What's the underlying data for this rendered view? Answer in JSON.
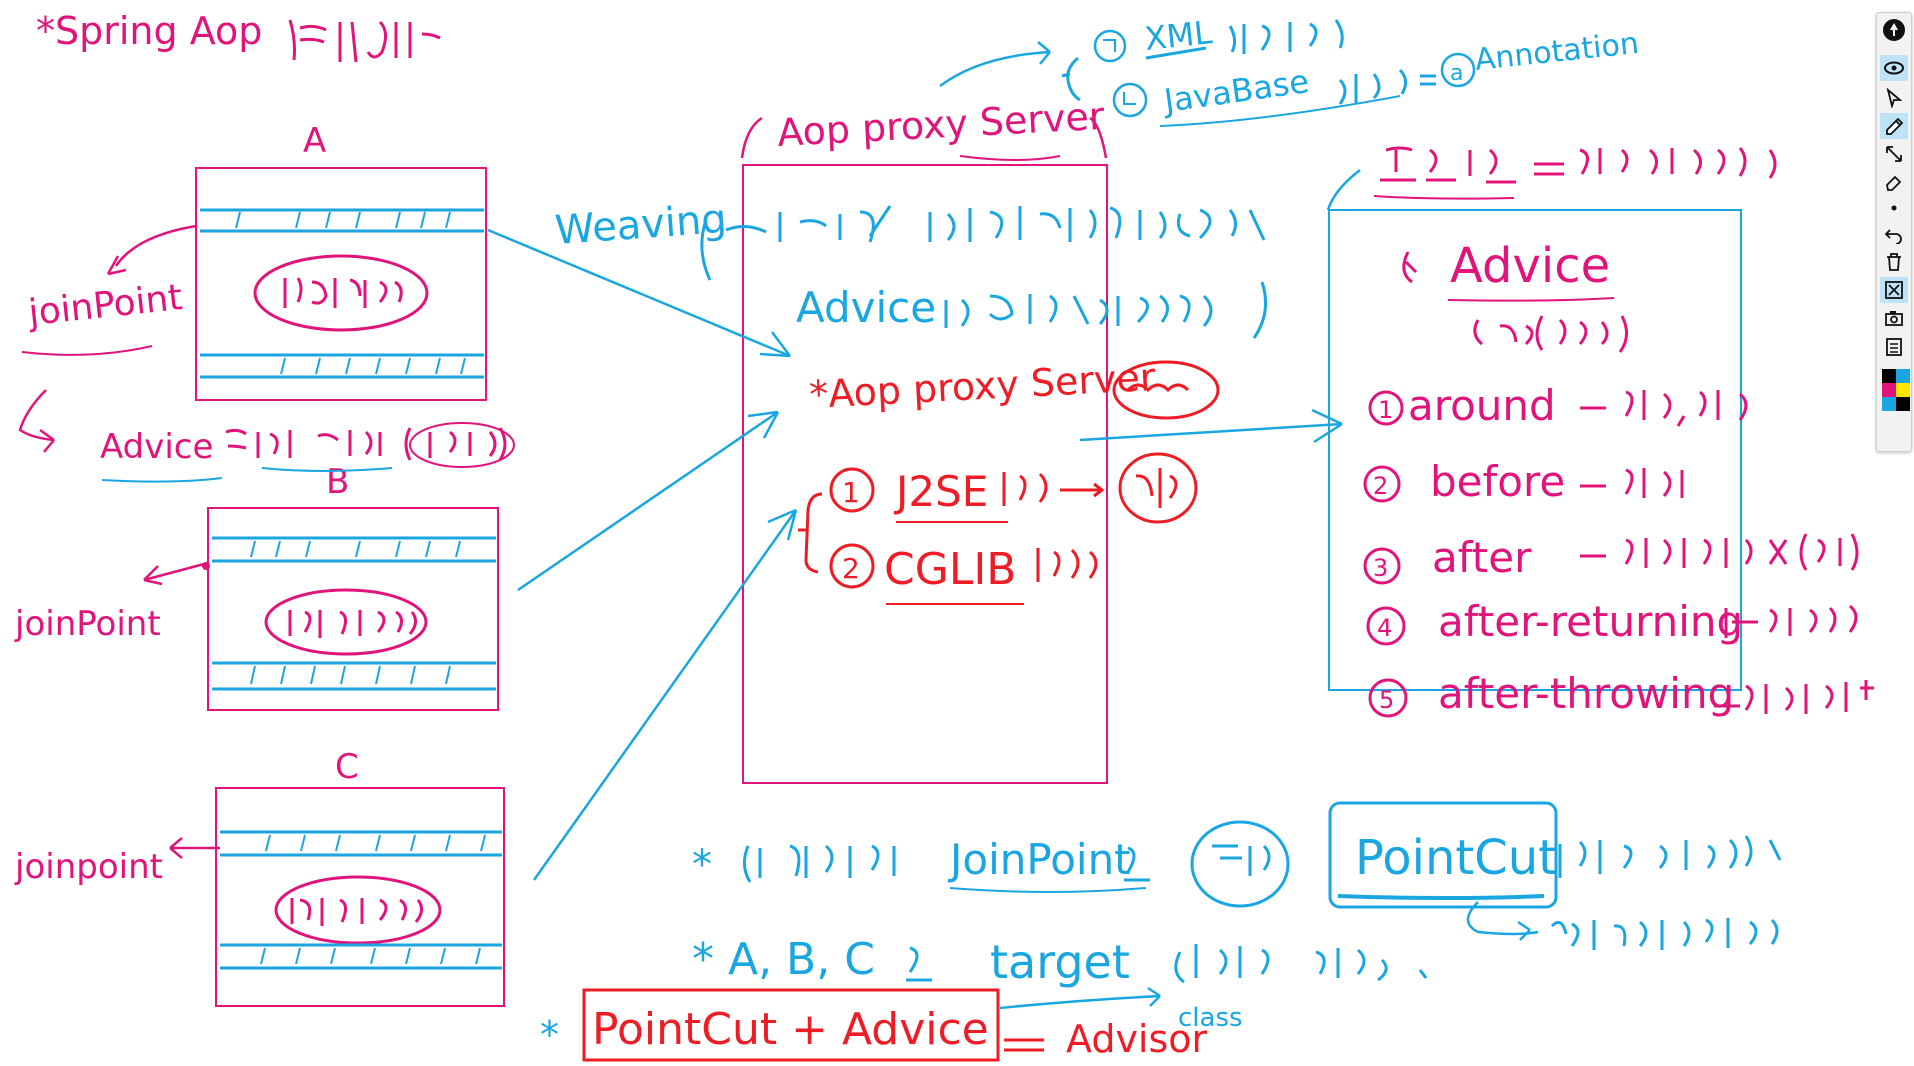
{
  "diagram": {
    "title": "*Spring Aop",
    "boxes": [
      {
        "label": "A"
      },
      {
        "label": "B"
      },
      {
        "label": "C"
      }
    ],
    "joinpoint_labels": [
      "joinPoint",
      "joinPoint",
      "joinpoint"
    ],
    "advice_note": "Advice",
    "proxy": {
      "title": "Aop proxy Server",
      "weaving": "Weaving",
      "weaving_advice": "Advice",
      "proxy_line": "*Aop proxy Server",
      "item1": "J2SE",
      "item2": "CGLIB"
    },
    "config": {
      "item1": "XML",
      "item2": "JavaBase",
      "annotation": "Annotation"
    },
    "advice_box": {
      "title": "Advice",
      "items": [
        {
          "num": "1",
          "name": "around"
        },
        {
          "num": "2",
          "name": "before"
        },
        {
          "num": "3",
          "name": "after"
        },
        {
          "num": "4",
          "name": "after-returning"
        },
        {
          "num": "5",
          "name": "after-throwing"
        }
      ]
    },
    "bottom": {
      "joinpoint": "JoinPoint",
      "pointcut": "PointCut",
      "targets": "* A, B, C",
      "target": "target",
      "formula_left": "PointCut + Advice",
      "formula_right": "Advisor",
      "class_note": "class"
    }
  },
  "toolbar": {
    "tools": [
      "logo-icon",
      "eye-icon",
      "pointer-icon",
      "pen-icon",
      "resize-icon",
      "eraser-icon",
      "dot-icon",
      "undo-icon",
      "trash-icon",
      "clear-icon",
      "camera-icon",
      "clipboard-icon"
    ],
    "colors": [
      "#000000",
      "#1aa6e0",
      "#e0147a",
      "#ffe600",
      "#000000",
      "#1aa6e0"
    ]
  },
  "colors": {
    "pink": "#e0147a",
    "blue": "#1aa6e0",
    "red": "#ee1c24"
  }
}
